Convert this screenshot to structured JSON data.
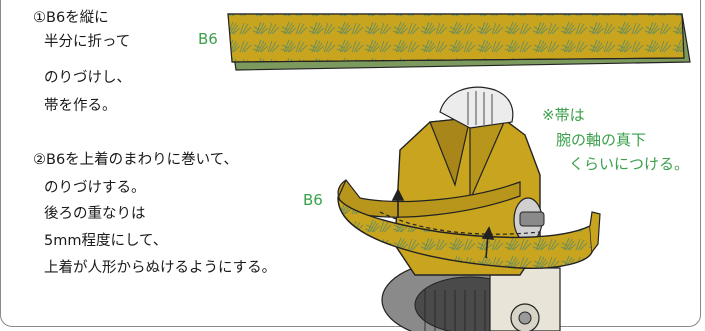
{
  "step1": {
    "lines": [
      "①B6を縦に",
      "半分に折って",
      "のりづけし、",
      "帯を作る。"
    ]
  },
  "step2": {
    "lines": [
      "②B6を上着のまわりに巻いて、",
      "のりづけする。",
      "後ろの重なりは",
      "5mm程度にして、",
      "上着が人形からぬけるようにする。"
    ]
  },
  "note": {
    "lines": [
      "※帯は",
      "腕の軸の真下",
      "くらいにつける。"
    ]
  },
  "labels": {
    "strip_label": "B6",
    "band_label": "B6"
  },
  "colors": {
    "band_fill": "#c9a51f",
    "band_dark": "#a8861a",
    "pine": "#6f8f58",
    "label_green": "#3aa14a",
    "outline": "#222222",
    "gear_gray": "#4a4a4a"
  },
  "icons": [
    "pine-needle-pattern",
    "kimono-figure-illustration",
    "dashed-fold-line",
    "arrow-up"
  ]
}
